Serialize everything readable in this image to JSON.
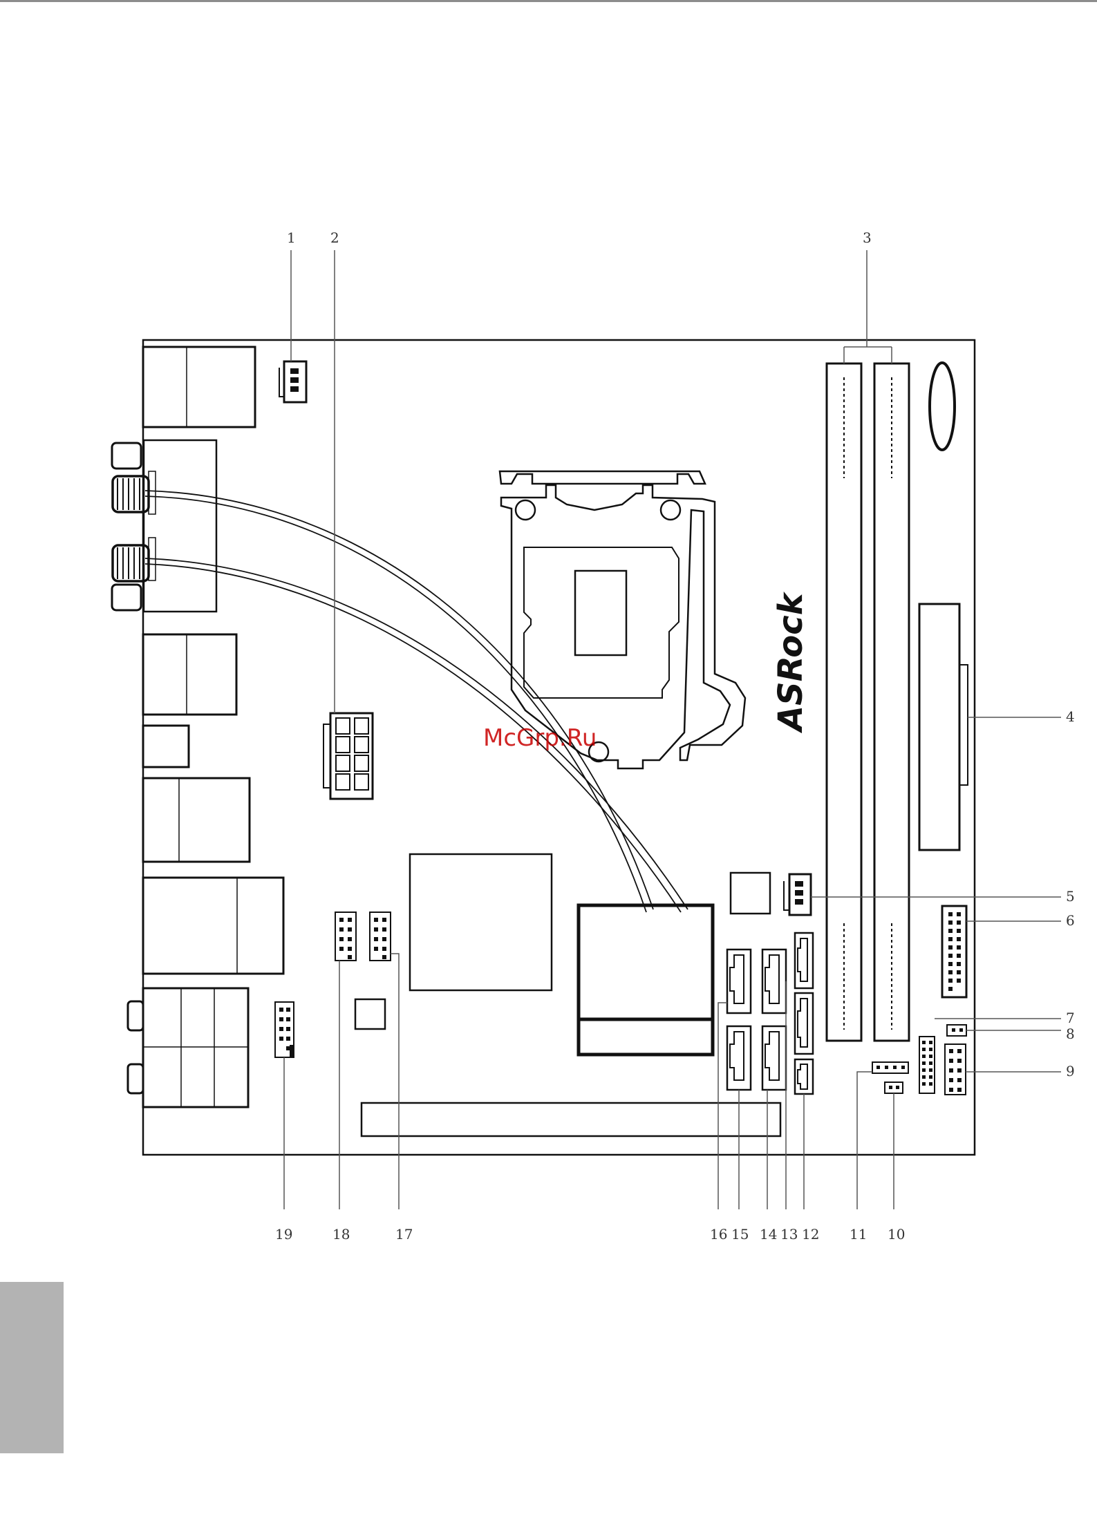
{
  "brand": "ASRock",
  "watermark": "McGrp.Ru",
  "callouts": [
    "1",
    "2",
    "3",
    "4",
    "5",
    "6",
    "7",
    "8",
    "9",
    "10",
    "11",
    "12",
    "13",
    "14",
    "15",
    "16",
    "17",
    "18",
    "19"
  ],
  "colors": {
    "line": "#111111",
    "callout_line": "#555555",
    "watermark": "#c80000",
    "side_tab": "#b3b3b3",
    "top_rule": "#8c8c8c"
  }
}
